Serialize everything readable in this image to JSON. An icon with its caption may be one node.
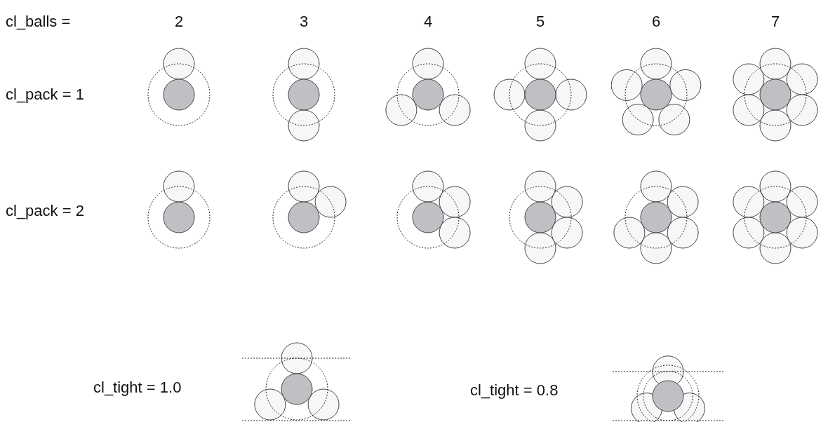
{
  "diagram": {
    "labels": [
      "cl_balls =",
      "2",
      "3",
      "4",
      "5",
      "6",
      "7",
      "cl_pack = 1",
      "cl_pack = 2",
      "cl_tight = 1.0",
      "cl_tight = 0.8"
    ]
  }
}
